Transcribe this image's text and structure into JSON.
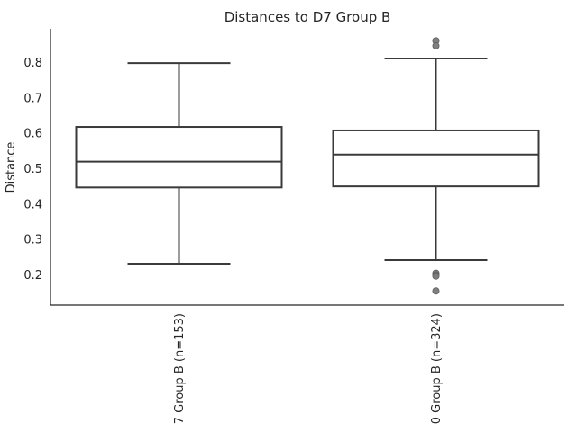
{
  "chart_data": {
    "type": "box",
    "title": "Distances to D7 Group B",
    "xlabel": "",
    "ylabel": "Distance",
    "ylim": [
      0.115,
      0.895
    ],
    "yticks": [
      0.2,
      0.3,
      0.4,
      0.5,
      0.6,
      0.7,
      0.8
    ],
    "grid": false,
    "colors": {
      "axis": "#262626",
      "box_edge": "#3a3a3a",
      "box_fill": "#ffffff",
      "flier": "#7f7f7f"
    },
    "categories": [
      "7 Group B (n=153)",
      "0 Group B (n=324)"
    ],
    "boxes": [
      {
        "whisker_low": 0.232,
        "q1": 0.447,
        "median": 0.52,
        "q3": 0.618,
        "whisker_high": 0.798,
        "outliers": []
      },
      {
        "whisker_low": 0.242,
        "q1": 0.45,
        "median": 0.54,
        "q3": 0.608,
        "whisker_high": 0.811,
        "outliers": [
          0.861,
          0.847,
          0.205,
          0.2,
          0.197,
          0.155
        ]
      }
    ]
  }
}
